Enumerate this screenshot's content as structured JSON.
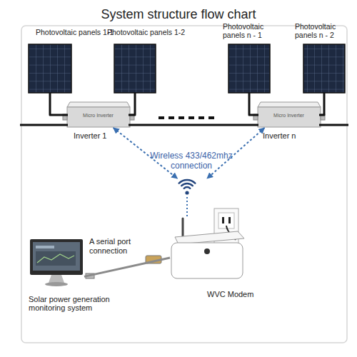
{
  "diagram": {
    "title": "System structure flow chart",
    "nodes": [
      {
        "text": [
          "Photovoltaic panels 1-1"
        ]
      },
      {
        "text": [
          "Photovoltaic panels 1-2"
        ]
      },
      {
        "text": [
          "Photovoltaic panels n - 1"
        ]
      },
      {
        "text": [
          "Photovoltaic panels n - 2"
        ]
      },
      {
        "text": [
          "Micro Inverter",
          "Inverter 1"
        ]
      },
      {
        "text": [
          "Micro Inverter",
          "Inverter n"
        ]
      },
      {
        "text": [
          "Solar power generation monitoring system"
        ]
      },
      {
        "text": [
          "WVC Modem"
        ]
      }
    ],
    "edges": [
      {
        "from": 0,
        "to": 4,
        "arrow": "none"
      },
      {
        "from": 1,
        "to": 4,
        "arrow": "none"
      },
      {
        "from": 2,
        "to": 5,
        "arrow": "none"
      },
      {
        "from": 3,
        "to": 5,
        "arrow": "none"
      },
      {
        "from": 4,
        "to": 5,
        "arrow": "none"
      },
      {
        "from": 4,
        "to": 7,
        "arrow": "both"
      },
      {
        "from": 5,
        "to": 7,
        "arrow": "both"
      },
      {
        "from": 6,
        "to": 7,
        "label": "A serial port connection",
        "arrow": "none"
      }
    ],
    "labels": [
      "Wireless 433/462mhz connection"
    ]
  }
}
